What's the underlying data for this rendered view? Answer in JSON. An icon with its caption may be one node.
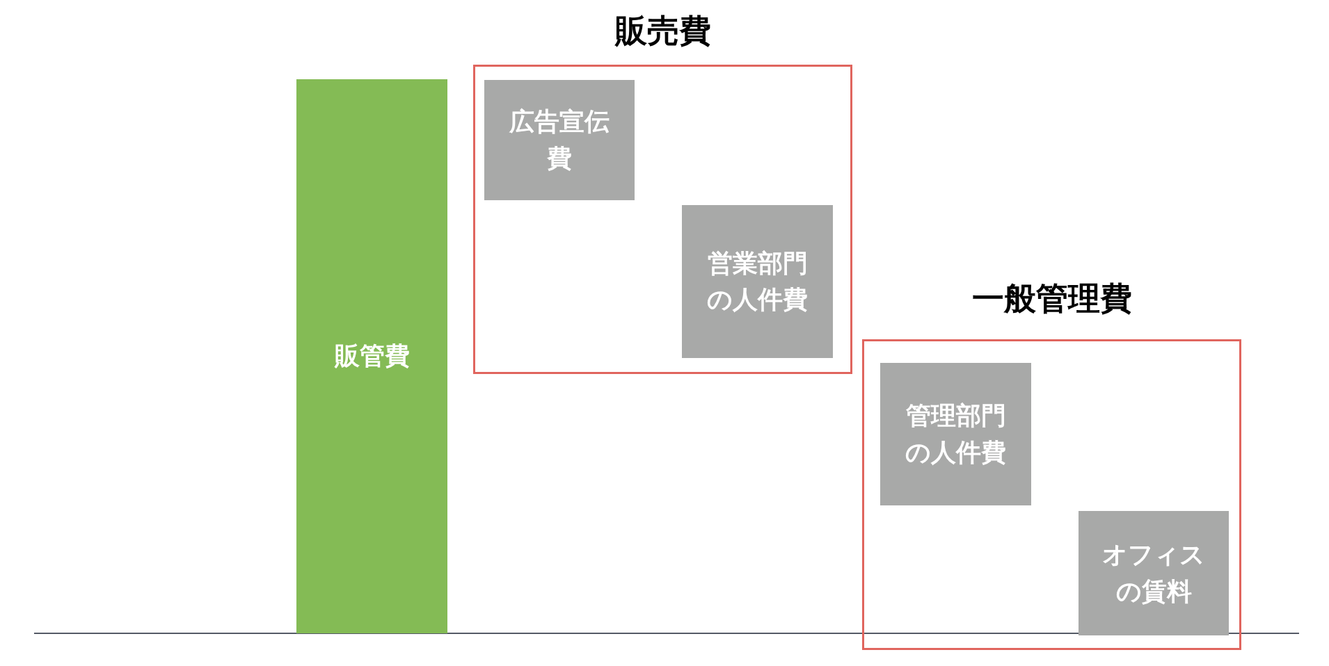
{
  "diagram": {
    "nodes": [
      {
        "text": [
          "販管費"
        ]
      },
      {
        "text": [
          "販売費"
        ]
      },
      {
        "text": [
          "広告宣伝費"
        ],
        "in": 1
      },
      {
        "text": [
          "営業部門の人件費"
        ],
        "in": 1
      },
      {
        "text": [
          "一般管理費"
        ]
      },
      {
        "text": [
          "管理部門の人件費"
        ],
        "in": 4
      },
      {
        "text": [
          "オフィスの賃料"
        ],
        "in": 4
      }
    ]
  }
}
